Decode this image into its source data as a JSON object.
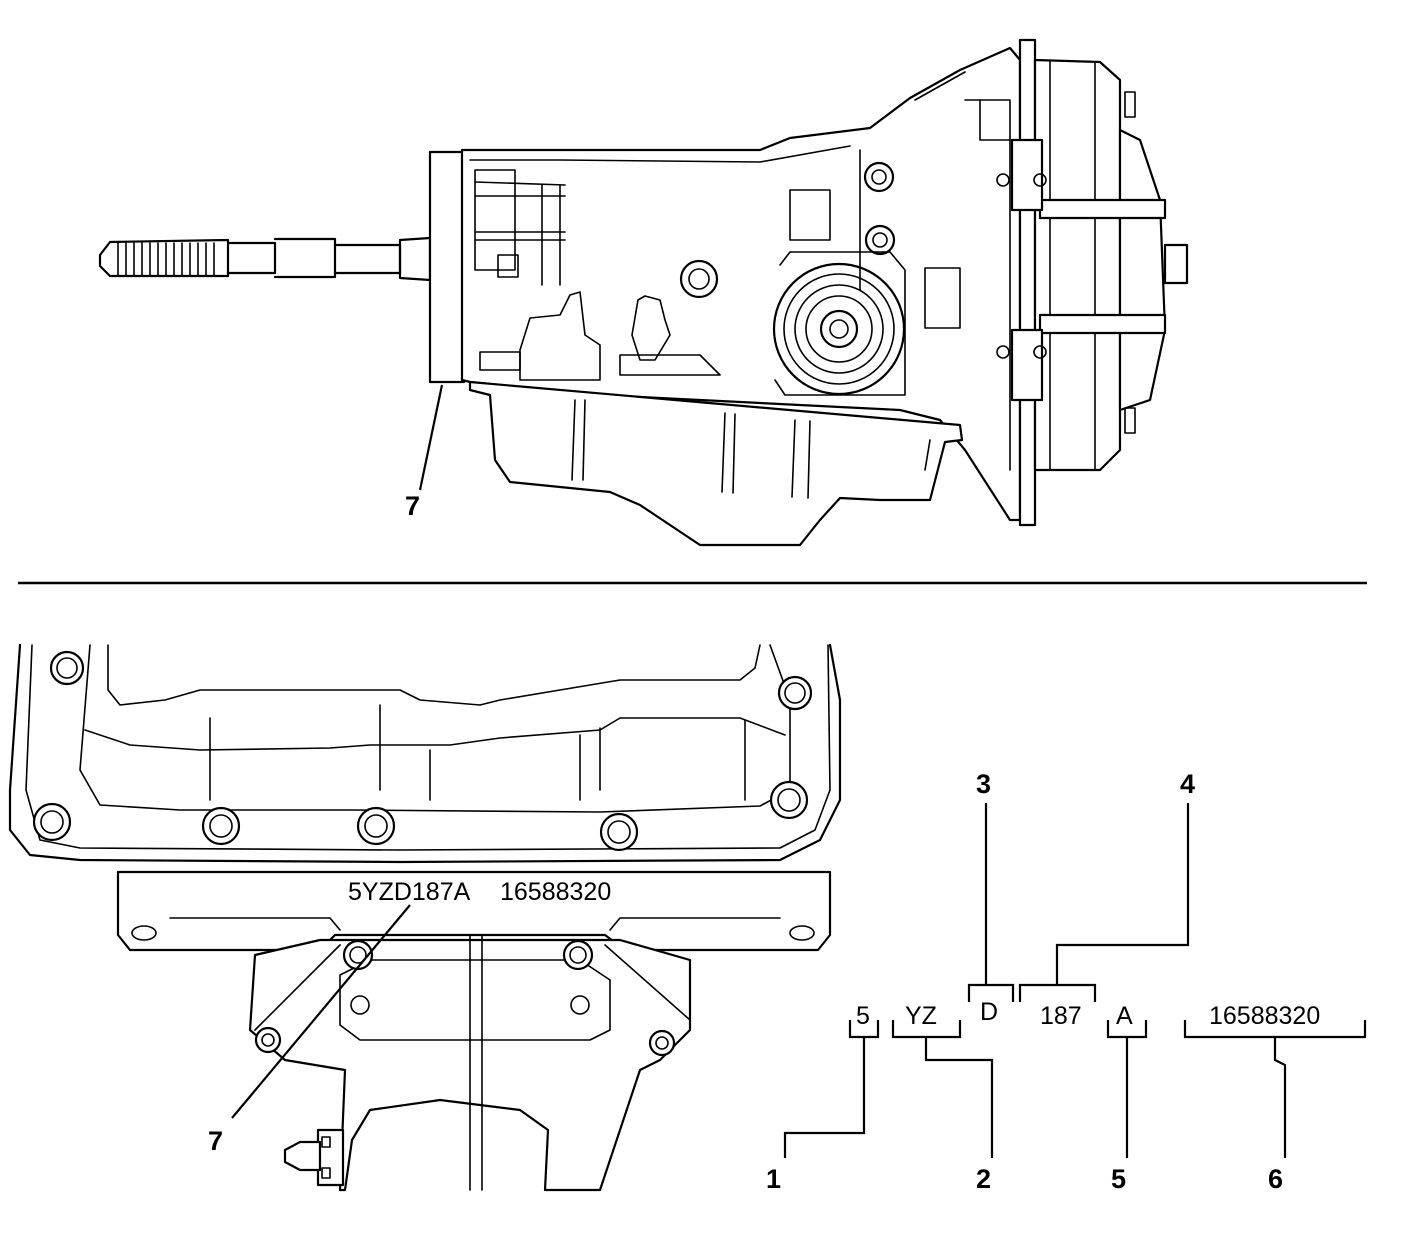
{
  "top_view": {
    "callout_7": "7"
  },
  "bottom_view": {
    "stamp_code": "5YZD187A",
    "stamp_part": "16588320",
    "callout_7": "7"
  },
  "code_breakdown": {
    "segments": [
      {
        "code": "5",
        "callout": "1"
      },
      {
        "code": "YZ",
        "callout": "2"
      },
      {
        "code": "D",
        "callout": "3"
      },
      {
        "code": "187",
        "callout": "4"
      },
      {
        "code": "A",
        "callout": "5"
      },
      {
        "code": "16588320",
        "callout": "6"
      }
    ]
  }
}
